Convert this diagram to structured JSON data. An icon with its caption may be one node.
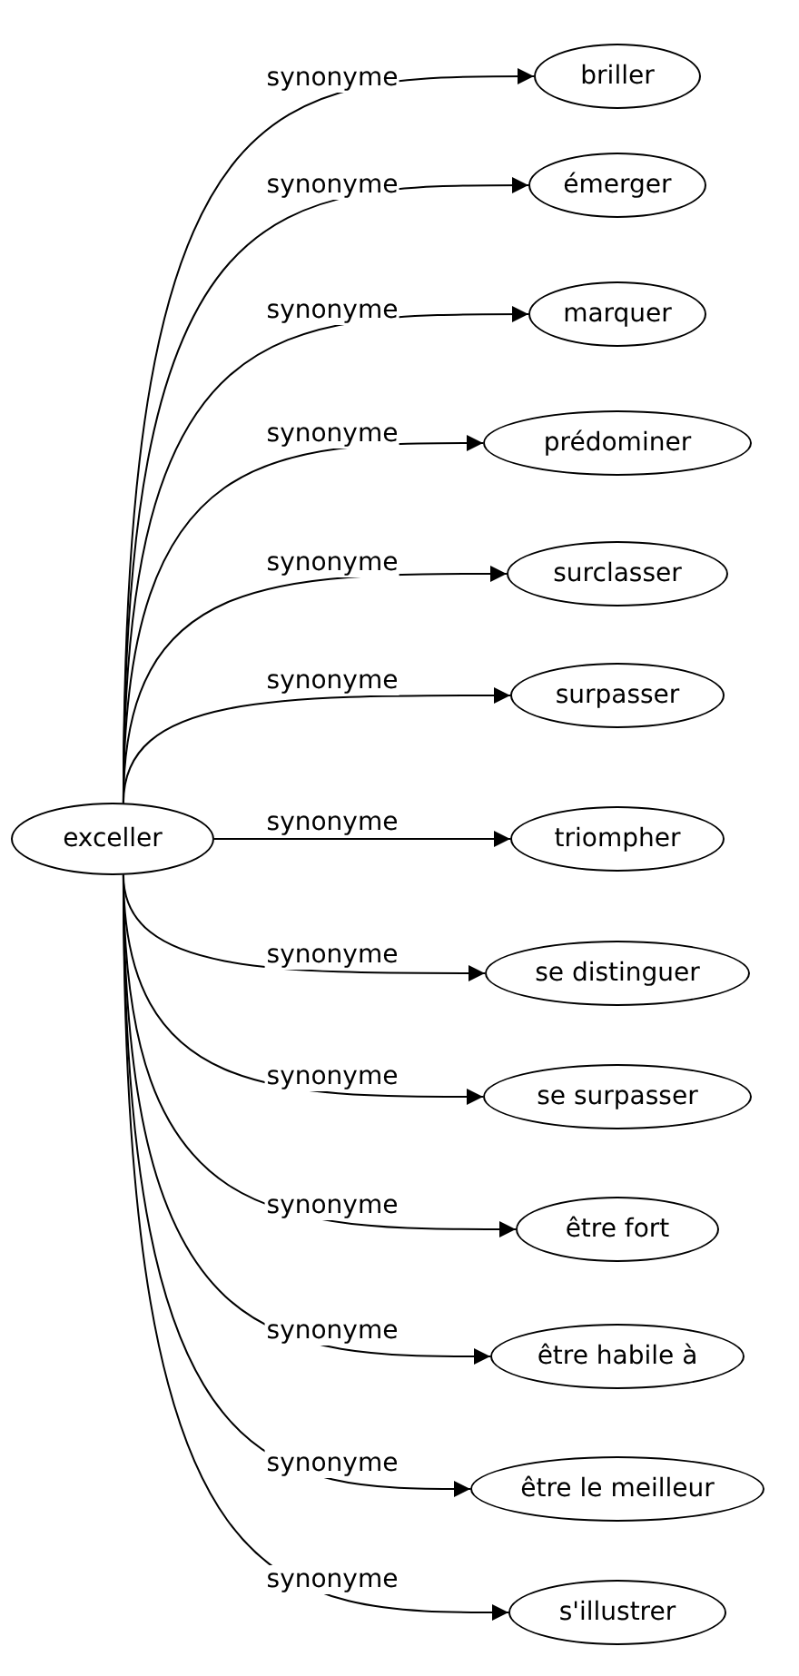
{
  "diagram": {
    "nodes": [
      {
        "text": [
          "exceller"
        ]
      },
      {
        "text": [
          "briller"
        ]
      },
      {
        "text": [
          "émerger"
        ]
      },
      {
        "text": [
          "marquer"
        ]
      },
      {
        "text": [
          "prédominer"
        ]
      },
      {
        "text": [
          "surclasser"
        ]
      },
      {
        "text": [
          "surpasser"
        ]
      },
      {
        "text": [
          "triompher"
        ]
      },
      {
        "text": [
          "se distinguer"
        ]
      },
      {
        "text": [
          "se surpasser"
        ]
      },
      {
        "text": [
          "être fort"
        ]
      },
      {
        "text": [
          "être habile à"
        ]
      },
      {
        "text": [
          "être le meilleur"
        ]
      },
      {
        "text": [
          "s'illustrer"
        ]
      }
    ],
    "edges": [
      {
        "from": 0,
        "to": 1,
        "arrow": "to",
        "label": "synonyme"
      },
      {
        "from": 0,
        "to": 2,
        "arrow": "to",
        "label": "synonyme"
      },
      {
        "from": 0,
        "to": 3,
        "arrow": "to",
        "label": "synonyme"
      },
      {
        "from": 0,
        "to": 4,
        "arrow": "to",
        "label": "synonyme"
      },
      {
        "from": 0,
        "to": 5,
        "arrow": "to",
        "label": "synonyme"
      },
      {
        "from": 0,
        "to": 6,
        "arrow": "to",
        "label": "synonyme"
      },
      {
        "from": 0,
        "to": 7,
        "arrow": "to",
        "label": "synonyme"
      },
      {
        "from": 0,
        "to": 8,
        "arrow": "to",
        "label": "synonyme"
      },
      {
        "from": 0,
        "to": 9,
        "arrow": "to",
        "label": "synonyme"
      },
      {
        "from": 0,
        "to": 10,
        "arrow": "to",
        "label": "synonyme"
      },
      {
        "from": 0,
        "to": 11,
        "arrow": "to",
        "label": "synonyme"
      },
      {
        "from": 0,
        "to": 12,
        "arrow": "to",
        "label": "synonyme"
      },
      {
        "from": 0,
        "to": 13,
        "arrow": "to",
        "label": "synonyme"
      }
    ]
  }
}
